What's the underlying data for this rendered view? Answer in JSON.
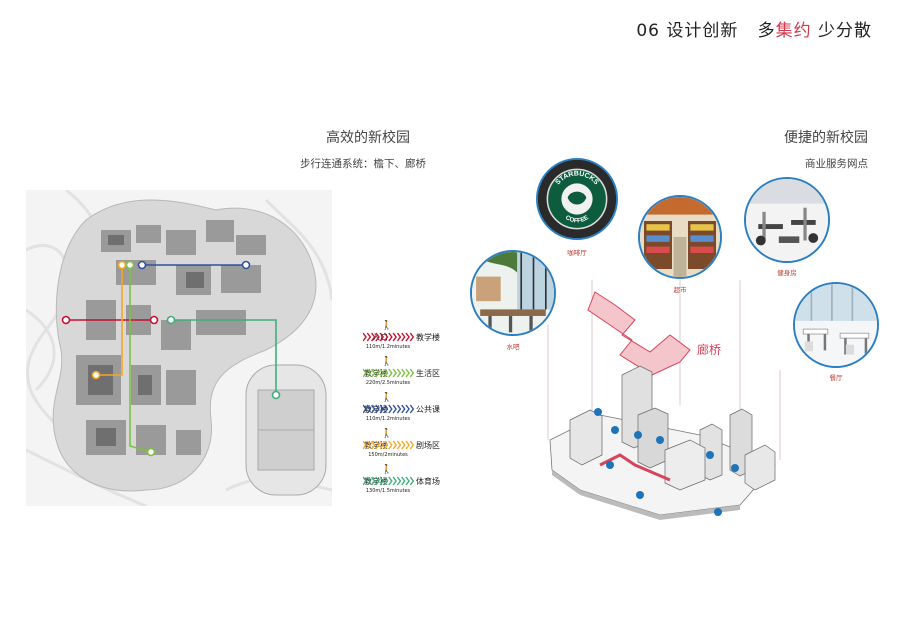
{
  "header": {
    "prefix": "06 设计创新",
    "part1": "多",
    "accent": "集约",
    "part2": "少分散"
  },
  "left_section": {
    "title": "高效的新校园",
    "subtitle": "步行连通系统：檐下、廊桥"
  },
  "right_section": {
    "title": "便捷的新校园",
    "subtitle": "商业服务网点"
  },
  "routes": [
    {
      "from": "入口",
      "to": "教学楼",
      "meta": "110m/1.2minutes",
      "color": "#c8102e"
    },
    {
      "from": "教学楼",
      "to": "生活区",
      "meta": "220m/2.5minutes",
      "color": "#7dc142"
    },
    {
      "from": "教学楼",
      "to": "公共课",
      "meta": "110m/1.2minutes",
      "color": "#2f4f9f"
    },
    {
      "from": "教学楼",
      "to": "剧场区",
      "meta": "150m/2minutes",
      "color": "#f5a623"
    },
    {
      "from": "教学楼",
      "to": "体育场",
      "meta": "130m/1.5minutes",
      "color": "#3fae7a"
    }
  ],
  "amenities": [
    {
      "label": "咖啡厅",
      "icon": "coffee-logo-icon"
    },
    {
      "label": "超市",
      "icon": "supermarket-icon"
    },
    {
      "label": "健身房",
      "icon": "gym-icon"
    },
    {
      "label": "水吧",
      "icon": "water-bar-icon"
    },
    {
      "label": "餐厅",
      "icon": "restaurant-icon"
    }
  ],
  "coffee_logo": {
    "arc_top": "STARBUCKS",
    "arc_bottom": "COFFEE"
  },
  "bridge_label": "廊桥",
  "colors": {
    "accent": "#d0394e",
    "photo_border": "#2b7fc1",
    "bridge": "#e8858f"
  }
}
